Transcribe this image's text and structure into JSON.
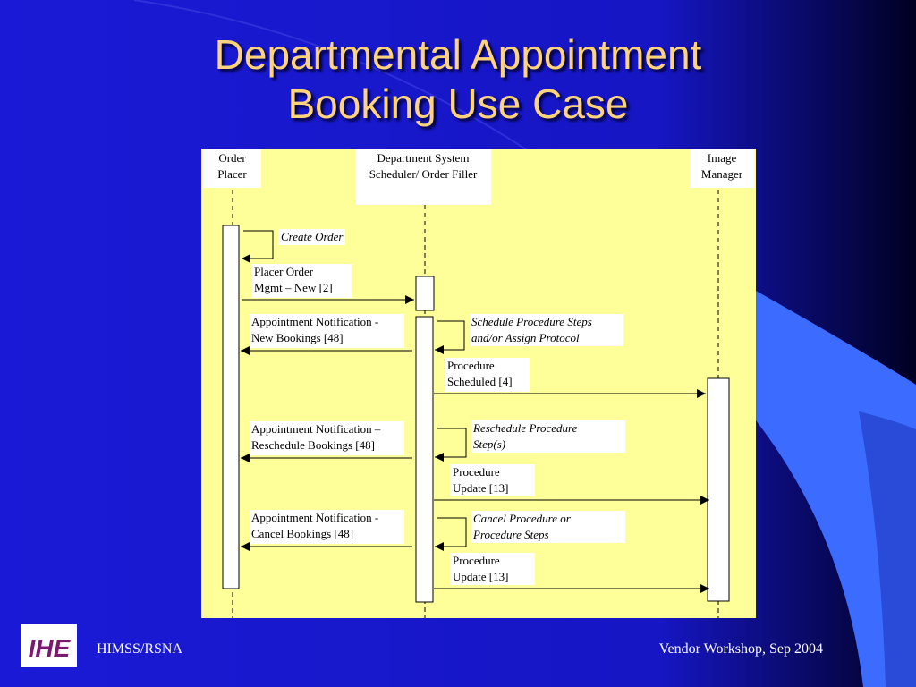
{
  "slide": {
    "title_line1": "Departmental Appointment",
    "title_line2": "Booking Use Case"
  },
  "actors": {
    "order_placer": [
      "Order",
      "Placer"
    ],
    "dept_scheduler": [
      "Department System",
      "Scheduler/ Order Filler"
    ],
    "image_manager": [
      "Image",
      "Manager"
    ]
  },
  "messages": {
    "create_order": "Create Order",
    "placer_order": [
      "Placer Order",
      "Mgmt – New [2]"
    ],
    "appt_new": [
      "Appointment Notification -",
      "New Bookings [48]"
    ],
    "schedule_steps": [
      "Schedule Procedure Steps",
      "and/or Assign Protocol"
    ],
    "proc_scheduled": [
      "Procedure",
      "Scheduled [4]"
    ],
    "appt_resched": [
      "Appointment Notification –",
      "Reschedule Bookings [48]"
    ],
    "resched_steps": [
      "Reschedule Procedure",
      "Step(s)"
    ],
    "proc_update_1": [
      "Procedure",
      "Update [13]"
    ],
    "appt_cancel": [
      "Appointment Notification -",
      "Cancel Bookings [48]"
    ],
    "cancel_steps": [
      "Cancel Procedure or",
      "Procedure Steps"
    ],
    "proc_update_2": [
      "Procedure",
      "Update [13]"
    ]
  },
  "footer": {
    "left": "HIMSS/RSNA",
    "right": "Vendor Workshop, Sep 2004",
    "logo_text": "IHE"
  },
  "colors": {
    "background": "#1a1ad6",
    "title": "#ffd37a",
    "panel": "#ffff99",
    "accent_shape": "#3b6cff"
  }
}
